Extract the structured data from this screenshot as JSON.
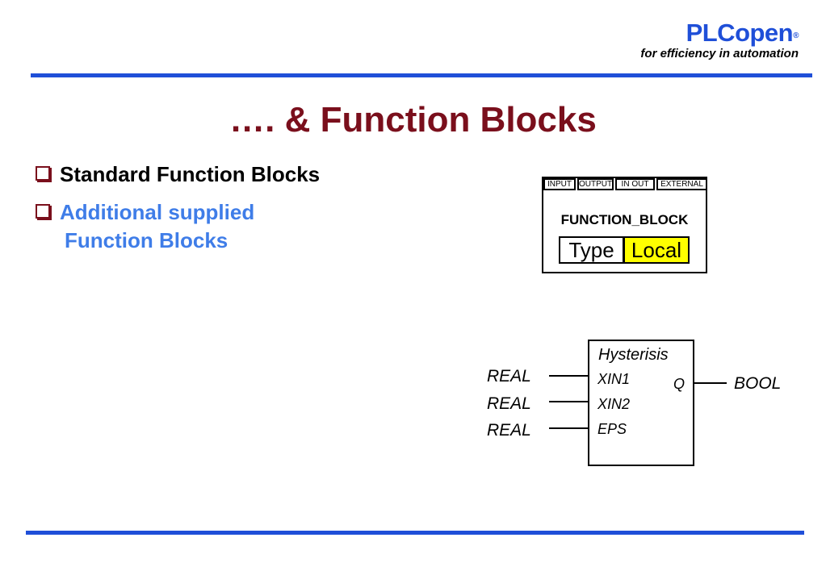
{
  "brand": {
    "name": "PLCopen",
    "registered_mark": "®",
    "tagline": "for efficiency in automation"
  },
  "colors": {
    "brand_blue": "#1f4fd8",
    "title_red": "#7a0f1c",
    "bullet_blue": "#3f7de8",
    "local_yellow": "#ffff00"
  },
  "slide": {
    "title": "…. &   Function Blocks"
  },
  "bullets": [
    {
      "text": "Standard Function Blocks"
    },
    {
      "text_line1": "Additional supplied",
      "text_line2": "Function Blocks"
    }
  ],
  "fb_type_diagram": {
    "tabs": [
      "INPUT",
      "OUTPUT",
      "IN OUT",
      "EXTERNAL"
    ],
    "label": "FUNCTION_BLOCK",
    "type_cell": "Type",
    "local_cell": "Local"
  },
  "hysterisis_diagram": {
    "name": "Hysterisis",
    "inputs": [
      {
        "pin": "XIN1",
        "type": "REAL"
      },
      {
        "pin": "XIN2",
        "type": "REAL"
      },
      {
        "pin": "EPS",
        "type": "REAL"
      }
    ],
    "output": {
      "pin": "Q",
      "type": "BOOL"
    }
  }
}
